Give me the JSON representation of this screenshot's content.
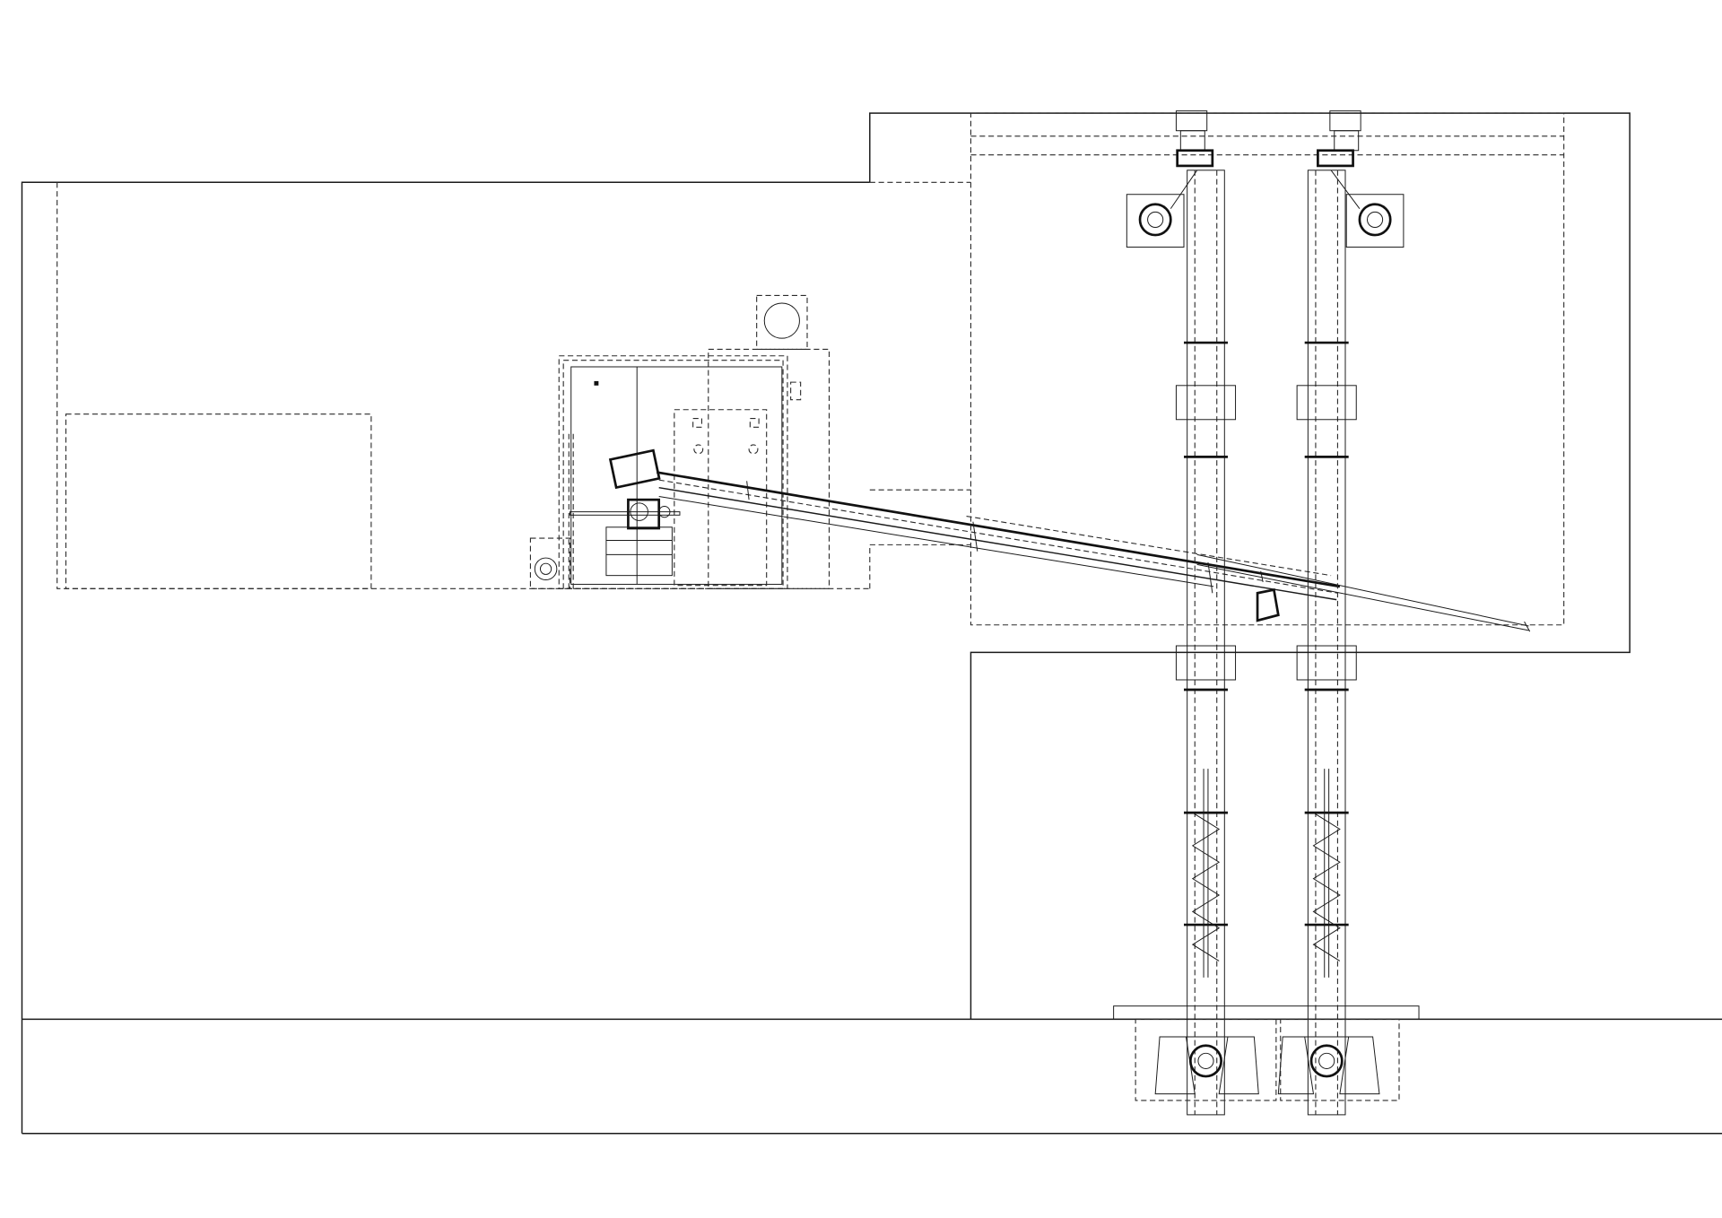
{
  "drawing": {
    "kind": "cad-elevation",
    "background": "#ffffff",
    "line_color": "#1a1a1a",
    "hidden_line_color": "#2a2a2a",
    "components": [
      {
        "id": "left-building",
        "icon": "building-outline"
      },
      {
        "id": "left-hidden-volume",
        "icon": "dashed-rectangle"
      },
      {
        "id": "boiler-unit",
        "icon": "boiler"
      },
      {
        "id": "inclined-conveyor",
        "icon": "screw-conveyor"
      },
      {
        "id": "right-building",
        "icon": "building-outline"
      },
      {
        "id": "silo-left",
        "icon": "vertical-screw-elevator"
      },
      {
        "id": "silo-right",
        "icon": "vertical-screw-elevator"
      },
      {
        "id": "ground-slab",
        "icon": "foundation"
      },
      {
        "id": "pit-left",
        "icon": "hopper-pit"
      },
      {
        "id": "pit-right",
        "icon": "hopper-pit"
      }
    ]
  }
}
